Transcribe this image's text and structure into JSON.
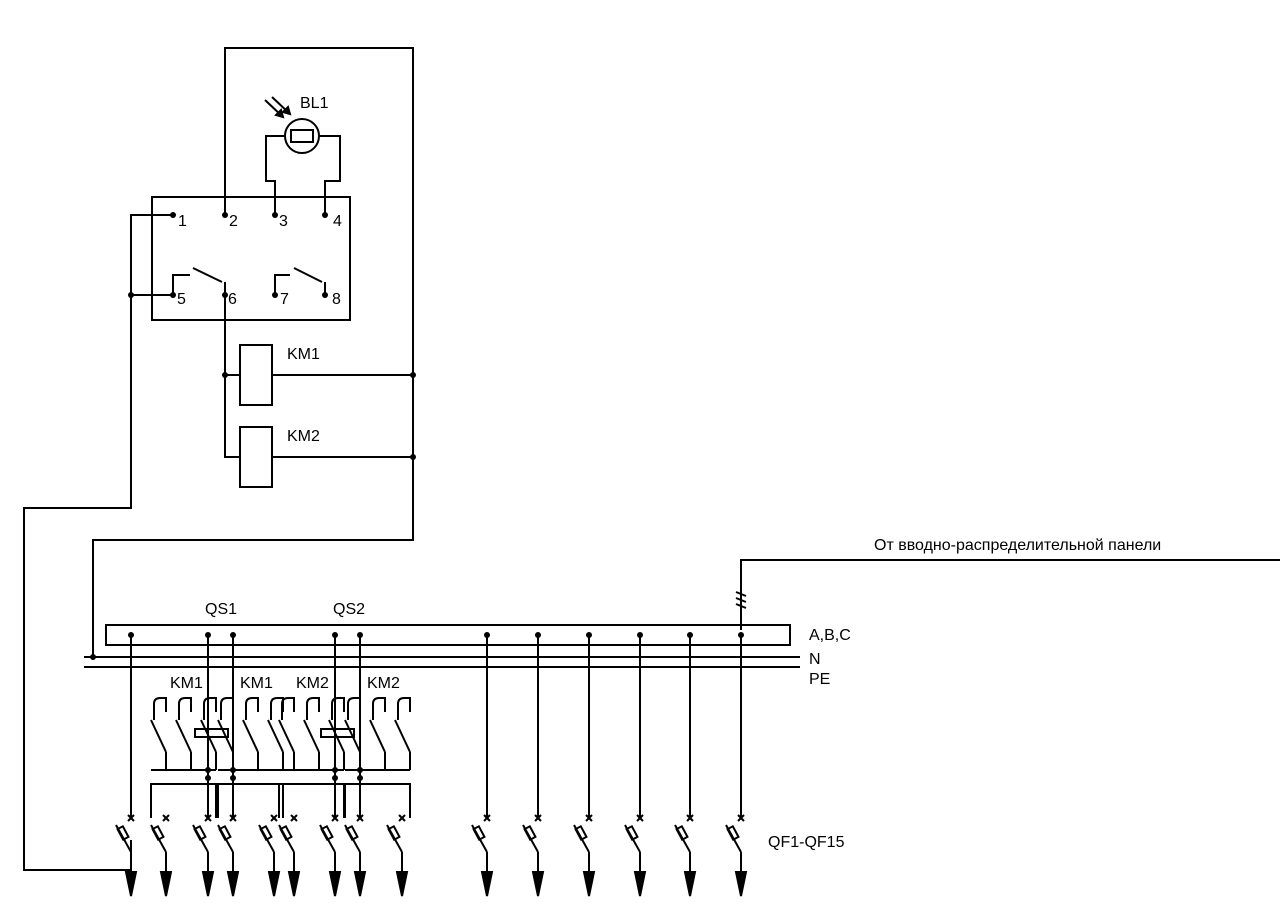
{
  "relay": {
    "terminals": [
      "1",
      "2",
      "3",
      "4",
      "5",
      "6",
      "7",
      "8"
    ]
  },
  "labels": {
    "photo_sensor": "BL1",
    "coil_1": "KM1",
    "coil_2": "KM2",
    "switch_1": "QS1",
    "switch_2": "QS2",
    "phases": "A,B,C",
    "neutral": "N",
    "protective_earth": "PE",
    "feed_caption": "От вводно-распределительной панели",
    "breakers": "QF1-QF15"
  },
  "contactor_labels": [
    "KM1",
    "KM1",
    "KM2",
    "KM2"
  ],
  "colors": {
    "ink": "#000000",
    "paper": "#ffffff"
  }
}
